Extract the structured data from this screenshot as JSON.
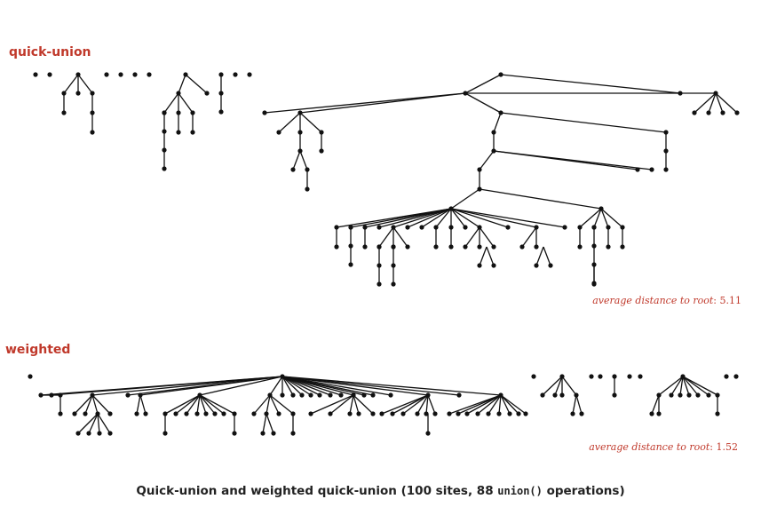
{
  "panels": {
    "quick_union": {
      "label": "quick-union",
      "avg_prefix": "average distance to root",
      "avg_value": "5.11"
    },
    "weighted": {
      "label": "weighted",
      "avg_prefix": "average distance to root",
      "avg_value": "1.52"
    }
  },
  "caption": {
    "before": "Quick-union and weighted quick-union (100 sites, 88 ",
    "code": "union()",
    "after": " operations)"
  }
}
